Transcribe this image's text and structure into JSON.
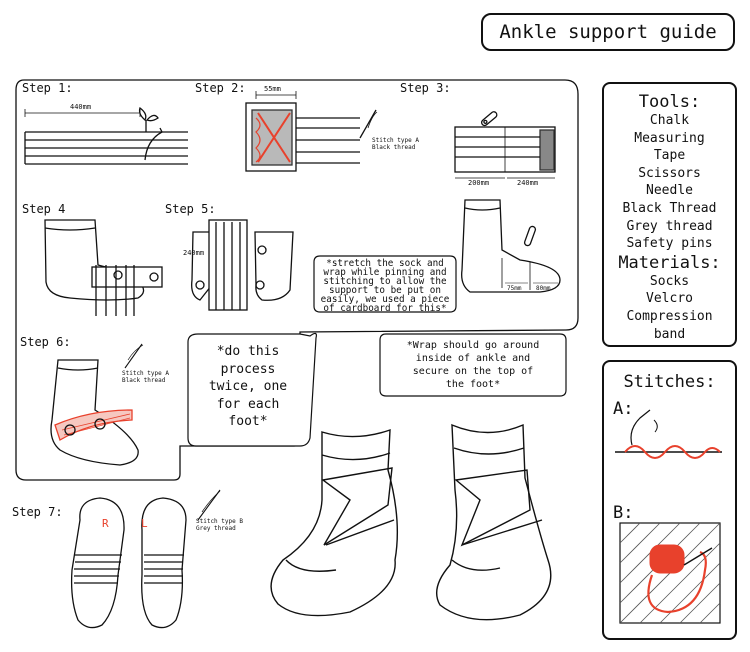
{
  "title": "Ankle support guide",
  "steps": {
    "s1": "Step 1:",
    "s2": "Step 2:",
    "s3": "Step 3:",
    "s4": "Step 4",
    "s5": "Step 5:",
    "s6": "Step 6:",
    "s7": "Step 7:"
  },
  "measurements": {
    "m440": "440mm",
    "m55": "55mm",
    "m200": "200mm",
    "m240": "240mm",
    "m240v": "240mm",
    "m75": "75mm",
    "m80": "80mm"
  },
  "stitch_notes": {
    "n2": [
      "Stitch type A",
      "Black thread"
    ],
    "n6": [
      "Stitch type A",
      "Black thread"
    ],
    "n7": [
      "Stitch type B",
      "Grey thread"
    ]
  },
  "foot_labels": {
    "right": "R",
    "left": "L"
  },
  "notes": {
    "stretch": [
      "*stretch the sock and",
      "wrap while pinning and",
      "stitching to allow the",
      "support to be put on",
      "easily, we used a piece",
      "of cardboard for this*"
    ],
    "twice": [
      "*do this",
      "process",
      "twice, one",
      "for each",
      "foot*"
    ],
    "wrap": [
      "*Wrap should go around",
      "inside of ankle and",
      "secure on the top of",
      "the foot*"
    ]
  },
  "tools": {
    "heading": "Tools:",
    "items": [
      "Chalk",
      "Measuring",
      "Tape",
      "Scissors",
      "Needle",
      "Black Thread",
      "Grey thread",
      "Safety pins"
    ]
  },
  "materials": {
    "heading": "Materials:",
    "items": [
      "Socks",
      "Velcro",
      "Compression",
      "band"
    ]
  },
  "stitches": {
    "heading": "Stitches:",
    "a": "A:",
    "b": "B:"
  },
  "colors": {
    "ink": "#111111",
    "red": "#e8412c",
    "paper": "#ffffff",
    "grey": "#777777"
  }
}
